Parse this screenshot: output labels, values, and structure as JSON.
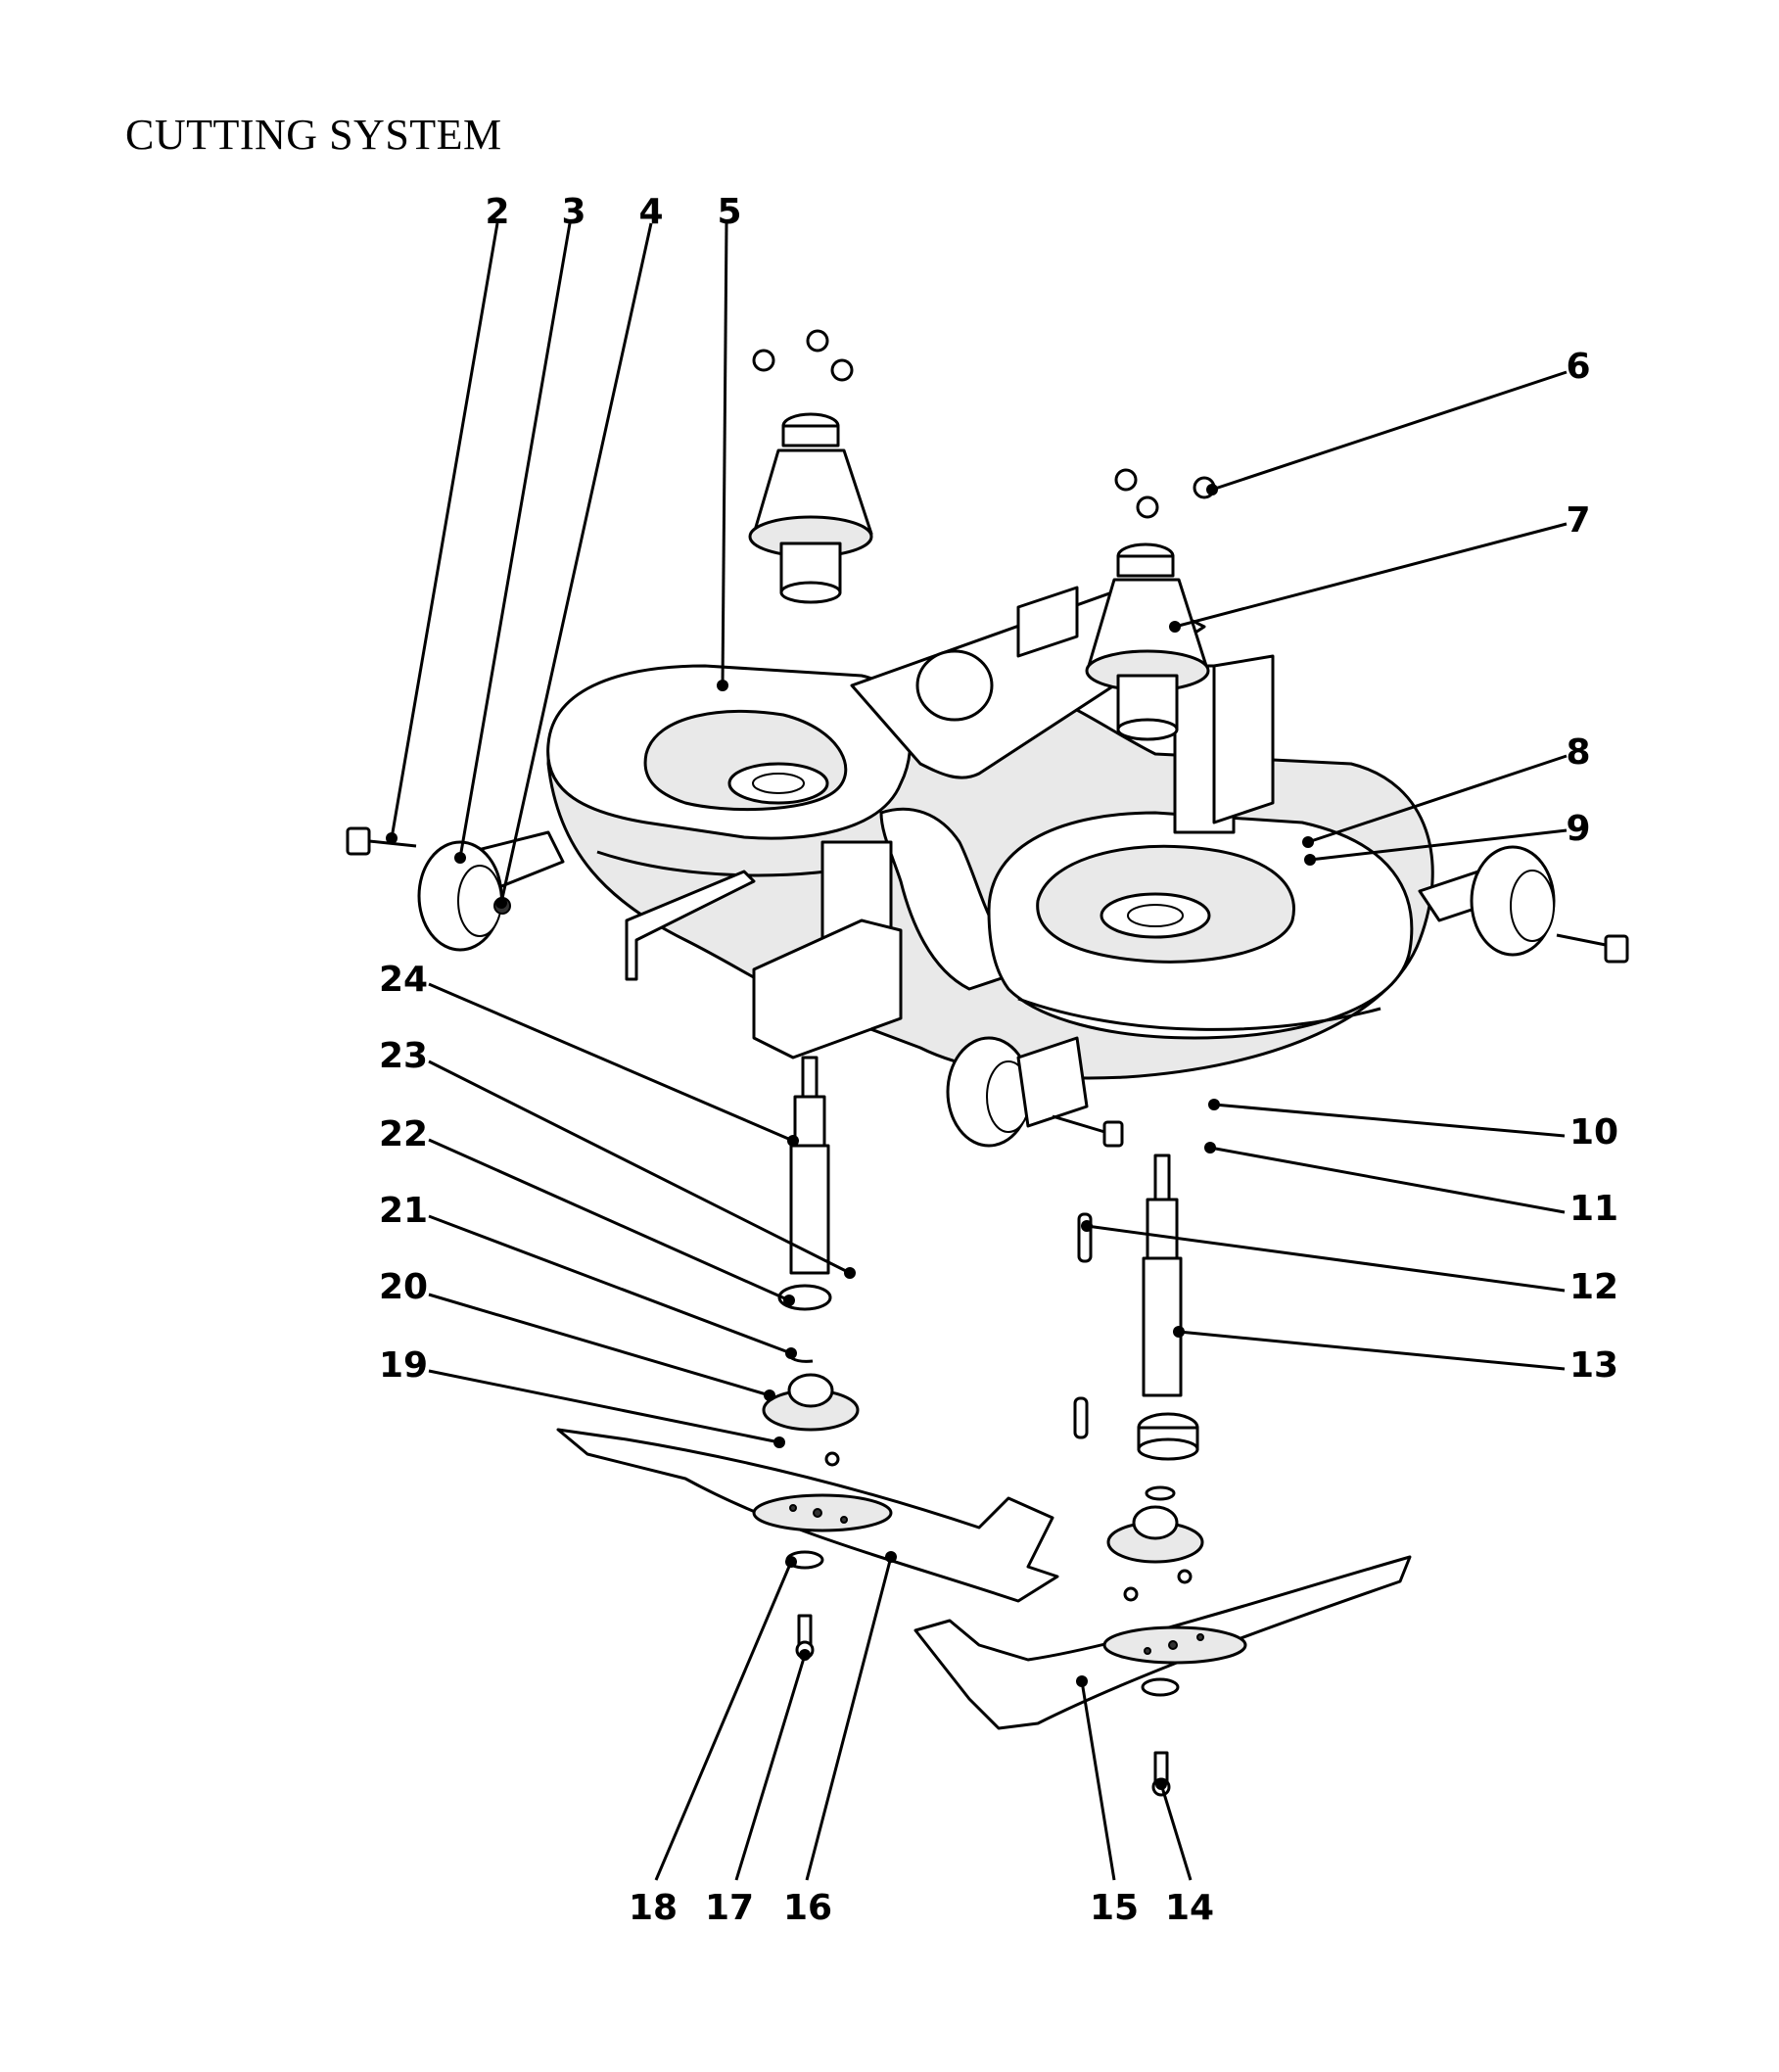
{
  "title": "CUTTING SYSTEM",
  "callouts": [
    {
      "id": "2",
      "label": "2"
    },
    {
      "id": "3",
      "label": "3"
    },
    {
      "id": "4",
      "label": "4"
    },
    {
      "id": "5",
      "label": "5"
    },
    {
      "id": "6",
      "label": "6"
    },
    {
      "id": "7",
      "label": "7"
    },
    {
      "id": "8",
      "label": "8"
    },
    {
      "id": "9",
      "label": "9"
    },
    {
      "id": "10",
      "label": "10"
    },
    {
      "id": "11",
      "label": "11"
    },
    {
      "id": "12",
      "label": "12"
    },
    {
      "id": "13",
      "label": "13"
    },
    {
      "id": "14",
      "label": "14"
    },
    {
      "id": "15",
      "label": "15"
    },
    {
      "id": "16",
      "label": "16"
    },
    {
      "id": "17",
      "label": "17"
    },
    {
      "id": "18",
      "label": "18"
    },
    {
      "id": "19",
      "label": "19"
    },
    {
      "id": "20",
      "label": "20"
    },
    {
      "id": "21",
      "label": "21"
    },
    {
      "id": "22",
      "label": "22"
    },
    {
      "id": "23",
      "label": "23"
    },
    {
      "id": "24",
      "label": "24"
    }
  ]
}
